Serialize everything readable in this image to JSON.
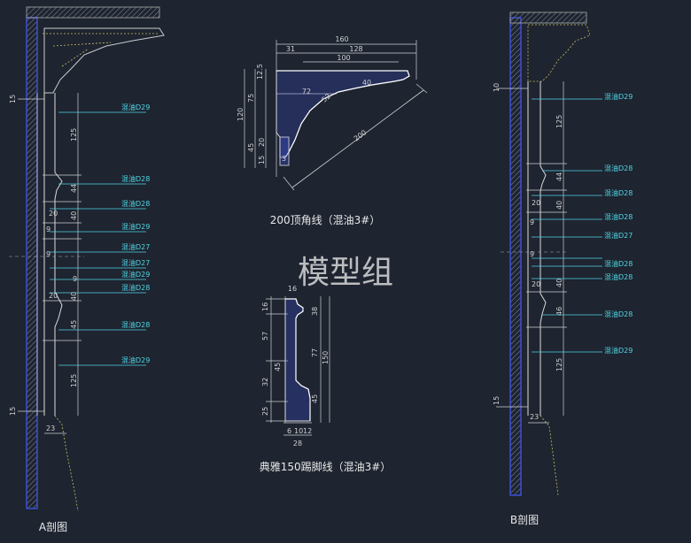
{
  "drawing": {
    "watermark": "模型组",
    "section_a_title": "A剖图",
    "section_b_title": "B剖图",
    "crown_title": "200顶角线（混油3#）",
    "skirting_title": "典雅150踢脚线（混油3#）"
  },
  "section_a": {
    "labels": [
      "混油D29",
      "混油D28",
      "混油D28",
      "混油D29",
      "混油D27",
      "混油D27",
      "混油D29",
      "混油D28",
      "混油D28",
      "混油D29"
    ],
    "dims": [
      "15",
      "125",
      "44",
      "20",
      "40",
      "9",
      "9",
      "9",
      "20",
      "40",
      "45",
      "125",
      "15",
      "23"
    ]
  },
  "section_b": {
    "labels": [
      "混油D29",
      "混油D28",
      "混油D28",
      "混油D28",
      "混油D27",
      "混油D28",
      "混油D28",
      "混油D28",
      "混油D29"
    ],
    "dims": [
      "10",
      "125",
      "44",
      "20",
      "40",
      "9",
      "9",
      "20",
      "40",
      "46",
      "125",
      "15",
      "23"
    ]
  },
  "crown": {
    "dims": [
      "160",
      "31",
      "128",
      "100",
      "12.5",
      "75",
      "72",
      "40",
      "52",
      "120",
      "45",
      "20",
      "15",
      "3",
      "200"
    ]
  },
  "skirting": {
    "dims": [
      "16",
      "16",
      "38",
      "57",
      "77",
      "150",
      "45",
      "32",
      "45",
      "25",
      "6",
      "10",
      "12",
      "28"
    ]
  },
  "colors": {
    "background": "#1e2430",
    "cyan": "#4fd6e4",
    "wall_blue": "#3b4fd6",
    "yellow_dashed": "#c8c060",
    "white": "#e8e8e8",
    "watermark": "#d8d8d8"
  }
}
